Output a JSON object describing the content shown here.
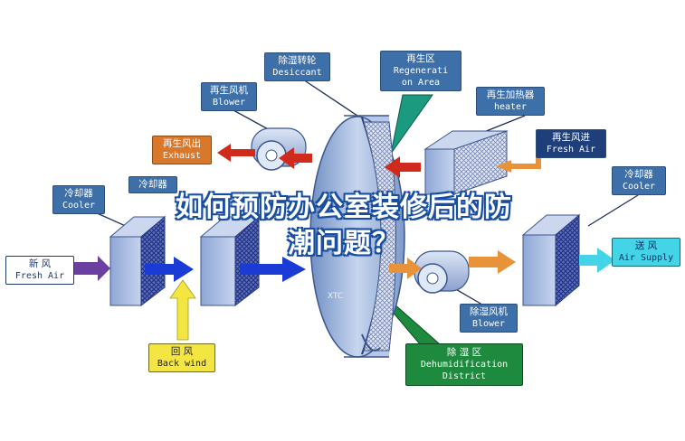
{
  "labels": {
    "desiccant": {
      "zh": "除湿转轮",
      "en": "Desiccant"
    },
    "regeneration": {
      "zh": "再生区",
      "en1": "Regenerati",
      "en2": "on Area"
    },
    "regen_blower": {
      "zh": "再生风机",
      "en": "Blower"
    },
    "regen_heater": {
      "zh": "再生加热器",
      "en": "heater"
    },
    "exhaust": {
      "zh": "再生风出",
      "en": "Exhaust"
    },
    "regen_fresh": {
      "zh": "再生风进",
      "en": "Fresh Air"
    },
    "cooler_left": {
      "zh": "冷却器",
      "en": "Cooler"
    },
    "cooler_mid": {
      "zh": "冷却器"
    },
    "cooler_right": {
      "zh": "冷却器",
      "en": "Cooler"
    },
    "fresh_air": {
      "zh": "新    风",
      "en": "Fresh Air"
    },
    "air_supply": {
      "zh": "送   风",
      "en": "Air Supply"
    },
    "dehum_blower": {
      "zh": "除湿风机",
      "en": "Blower"
    },
    "back_wind": {
      "zh": "回    风",
      "en": "Back wind"
    },
    "dehum_district": {
      "zh": "除    湿    区",
      "en1": "Dehumidification",
      "en2": "District"
    }
  },
  "headline": {
    "line1": "如何预防办公室装修后的防",
    "line2": "潮问题？"
  },
  "colors": {
    "label_blue": "#3d6fa8",
    "label_navy": "#1f3f7a",
    "exhaust_orange": "#d9772b",
    "back_yellow": "#f3e642",
    "district_green": "#1d8a3e",
    "supply_cyan": "#44d4e8",
    "fresh_purple": "#6b3fa0",
    "process_blue": "#1a3bd6",
    "regen_red": "#d02a1c",
    "regen_orange": "#e8923a",
    "headline_outline": "#1a4fa0"
  }
}
